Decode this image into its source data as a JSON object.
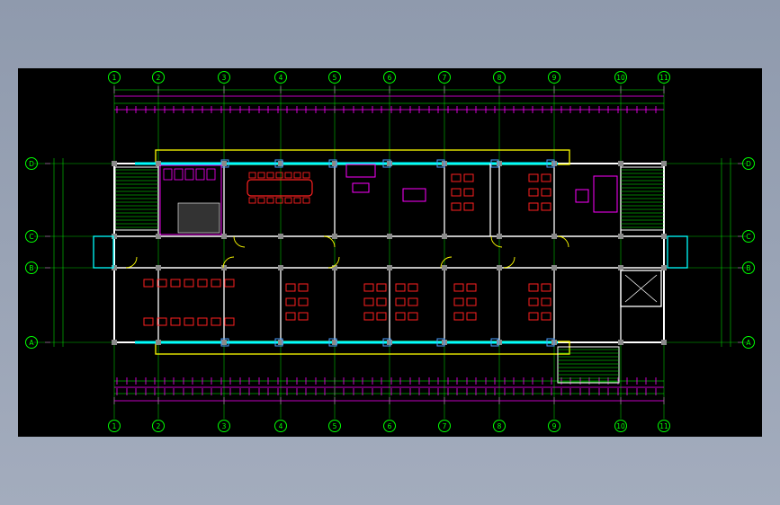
{
  "axes": {
    "columns": [
      "1",
      "2",
      "3",
      "4",
      "5",
      "6",
      "7",
      "8",
      "9",
      "10",
      "11"
    ],
    "rows": [
      "D",
      "C",
      "B",
      "A"
    ]
  },
  "colors": {
    "background": "#000000",
    "grid": "#00ff00",
    "dimension": "#ff00ff",
    "wall": "#ffffff",
    "window": "#00ffff",
    "furniture": "#ff2020",
    "door": "#ffff00",
    "stair": "#00ff00"
  },
  "icons": [
    "grid-bubble-icon",
    "door-swing-icon",
    "stair-icon",
    "elevator-icon"
  ]
}
